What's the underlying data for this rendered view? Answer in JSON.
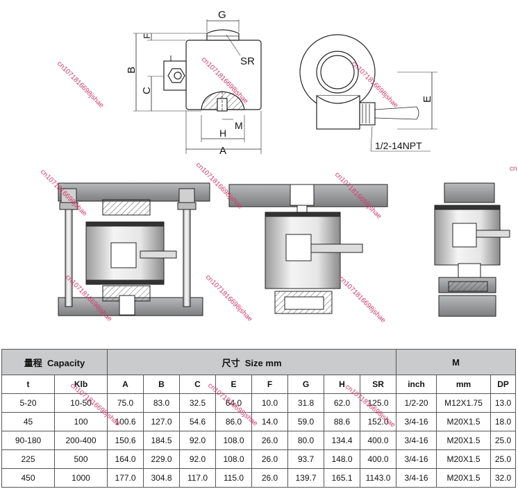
{
  "drawing": {
    "labels": {
      "g": "G",
      "f": "F",
      "sr": "SR",
      "b": "B",
      "c": "C",
      "m": "M",
      "h": "H",
      "a": "A",
      "e": "E",
      "npt": "1/2-14NPT"
    },
    "watermark": "cn1071816698jshae",
    "watermark_short": "cn",
    "colors": {
      "stroke": "#222222",
      "hatch": "#555555",
      "plate": "#8f9092",
      "watermark": "#d23a6a"
    }
  },
  "table": {
    "group_headers": {
      "capacity_cn": "量程",
      "capacity_en": "Capacity",
      "size_cn": "尺寸",
      "size_en": "Size",
      "size_unit": "mm",
      "m": "M"
    },
    "columns": [
      "t",
      "Klb",
      "A",
      "B",
      "C",
      "E",
      "F",
      "G",
      "H",
      "SR",
      "inch",
      "mm",
      "DP"
    ],
    "rows": [
      [
        "5-20",
        "10-50",
        "75.0",
        "83.0",
        "32.5",
        "64.0",
        "10.0",
        "31.8",
        "62.0",
        "125.0",
        "1/2-20",
        "M12X1.75",
        "13.0"
      ],
      [
        "45",
        "100",
        "100.6",
        "127.0",
        "54.6",
        "86.0",
        "14.0",
        "59.0",
        "88.6",
        "152.0",
        "3/4-16",
        "M20X1.5",
        "18.0"
      ],
      [
        "90-180",
        "200-400",
        "150.6",
        "184.5",
        "92.0",
        "108.0",
        "26.0",
        "80.0",
        "134.4",
        "400.0",
        "3/4-16",
        "M20X1.5",
        "25.0"
      ],
      [
        "225",
        "500",
        "164.0",
        "229.0",
        "92.0",
        "108.0",
        "26.0",
        "93.7",
        "148.0",
        "400.0",
        "3/4-16",
        "M20X1.5",
        "25.0"
      ],
      [
        "450",
        "1000",
        "177.0",
        "304.8",
        "117.0",
        "115.0",
        "26.0",
        "139.7",
        "165.1",
        "1143.0",
        "3/4-16",
        "M20X1.5",
        "32.0"
      ]
    ]
  }
}
